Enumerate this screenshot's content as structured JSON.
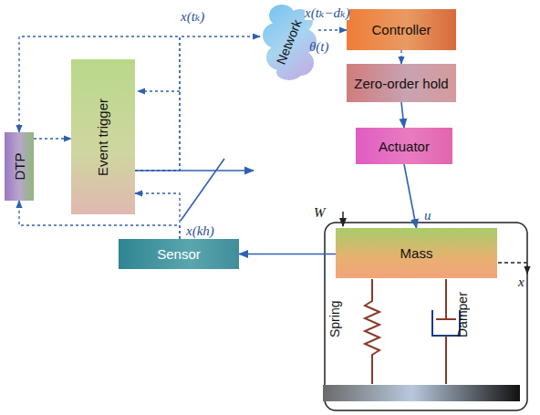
{
  "diagram": {
    "nodes": [
      {
        "text": [
          "Controller"
        ]
      },
      {
        "text": [
          "Zero-order hold"
        ]
      },
      {
        "text": [
          "Actuator"
        ]
      },
      {
        "text": [
          "Mass"
        ]
      },
      {
        "text": [
          "Sensor"
        ]
      },
      {
        "text": [
          "DTP"
        ]
      },
      {
        "text": [
          "Event trigger"
        ]
      },
      {
        "text": [
          "Network"
        ]
      }
    ],
    "edges": [
      {
        "from": 0,
        "to": 1,
        "arrow": "to"
      },
      {
        "from": 1,
        "to": 2,
        "arrow": "to"
      },
      {
        "from": 2,
        "to": 3,
        "arrow": "to"
      },
      {
        "from": 3,
        "to": 4,
        "arrow": "to"
      },
      {
        "from": 7,
        "to": 0,
        "label": "x(tₖ−dₖ)",
        "arrow": "to"
      },
      {
        "from": 4,
        "to": 5,
        "arrow": "to"
      },
      {
        "from": 4,
        "to": 6,
        "arrow": "to"
      },
      {
        "from": 6,
        "to": 7,
        "arrow": "to"
      },
      {
        "from": 6,
        "to": 5,
        "arrow": "to"
      },
      {
        "from": 5,
        "to": 6,
        "arrow": "to"
      }
    ],
    "labels": [
      "x(tₖ)",
      "θ(t)",
      "x(kh)",
      "W",
      "u",
      "x",
      "Spring",
      "Damper"
    ]
  }
}
